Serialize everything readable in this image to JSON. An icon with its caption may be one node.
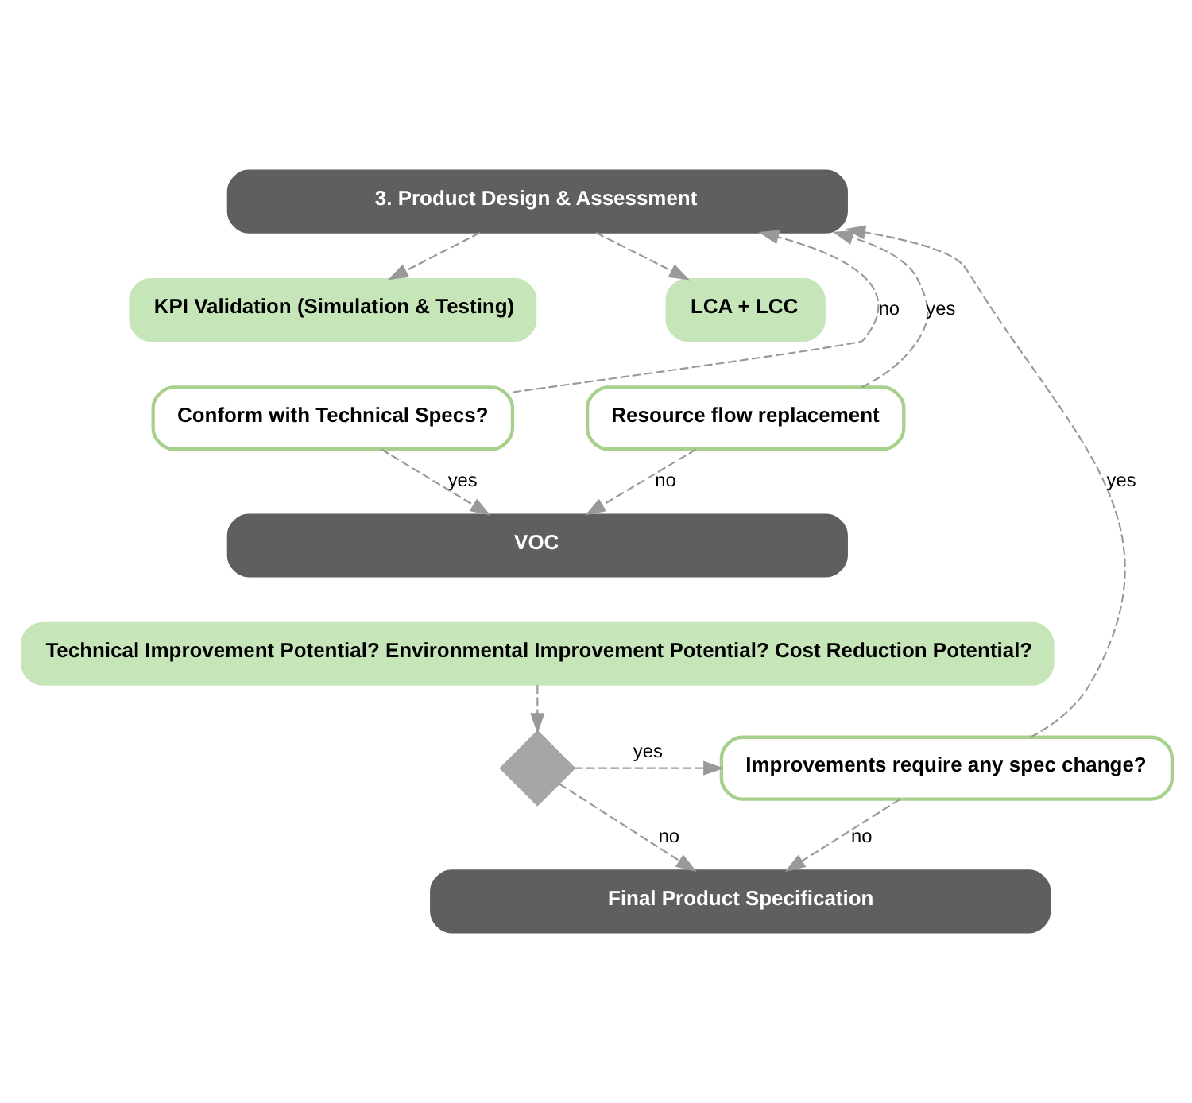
{
  "diagram": {
    "nodes": [
      {
        "text": [
          "3. Product Design & Assessment"
        ]
      },
      {
        "text": [
          "KPI Validation (Simulation & Testing)"
        ]
      },
      {
        "text": [
          "Conform with Technical Specs?"
        ]
      },
      {
        "text": [
          "LCA + LCC"
        ]
      },
      {
        "text": [
          "Resource flow replacement"
        ]
      },
      {
        "text": [
          "VOC"
        ]
      },
      {
        "text": [
          "Technical Improvement Potential? Environmental Improvement Potential? Cost Reduction Potential?"
        ]
      },
      {
        "text": [],
        "shape": "diamond"
      },
      {
        "text": [
          "Improvements require any spec change?"
        ]
      },
      {
        "text": [
          "Final Product Specification"
        ]
      }
    ],
    "edges": [
      {
        "from": 0,
        "to": 1,
        "arrow": "to",
        "style": "dashed"
      },
      {
        "from": 0,
        "to": 3,
        "arrow": "to",
        "style": "dashed"
      },
      {
        "from": 2,
        "to": 0,
        "arrow": "to",
        "label": "no",
        "style": "dashed"
      },
      {
        "from": 4,
        "to": 0,
        "arrow": "to",
        "label": "yes",
        "style": "dashed"
      },
      {
        "from": 2,
        "to": 5,
        "arrow": "to",
        "label": "yes",
        "style": "dashed"
      },
      {
        "from": 4,
        "to": 5,
        "arrow": "to",
        "label": "no",
        "style": "dashed"
      },
      {
        "from": 6,
        "to": 7,
        "arrow": "to",
        "style": "dashed"
      },
      {
        "from": 7,
        "to": 8,
        "arrow": "to",
        "label": "yes",
        "style": "dashed"
      },
      {
        "from": 7,
        "to": 9,
        "arrow": "to",
        "label": "no",
        "style": "dashed"
      },
      {
        "from": 8,
        "to": 9,
        "arrow": "to",
        "label": "no",
        "style": "dashed"
      },
      {
        "from": 8,
        "to": 0,
        "arrow": "to",
        "label": "yes",
        "style": "dashed"
      }
    ]
  }
}
